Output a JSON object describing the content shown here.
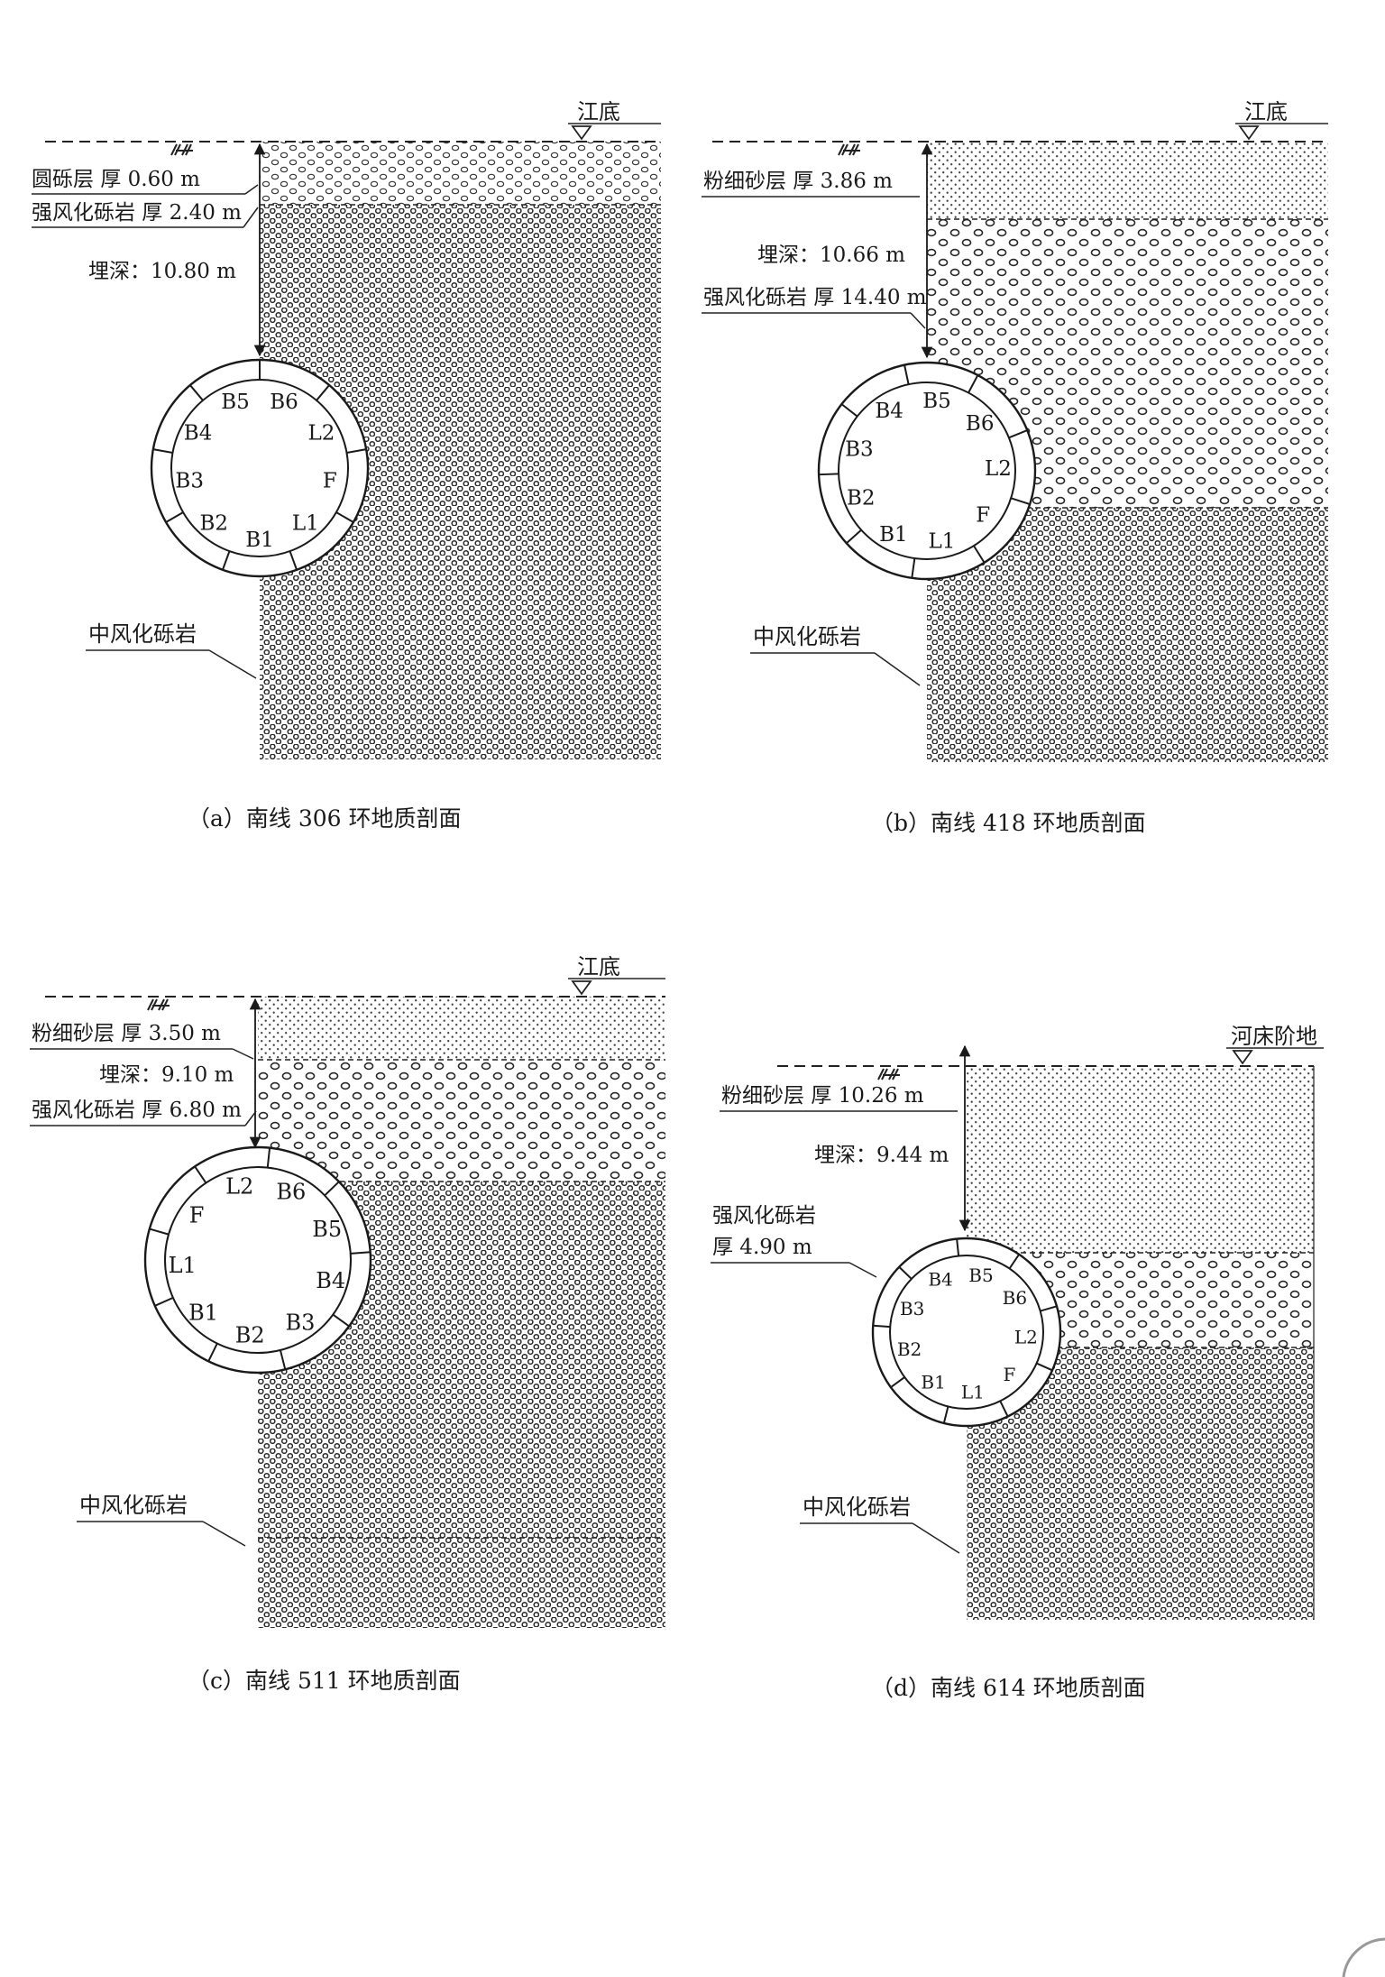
{
  "panels": [
    {
      "id": "a",
      "surface_label": "江底",
      "layer_labels": [
        "圆砾层  厚 0.60 m",
        "强风化砾岩 厚 2.40 m"
      ],
      "depth_label": "埋深：10.80 m",
      "base_label": "中风化砾岩",
      "segments": [
        "B6",
        "L2",
        "F",
        "L1",
        "B1",
        "B2",
        "B3",
        "B4",
        "B5"
      ],
      "caption": "（a）南线 306 环地质剖面"
    },
    {
      "id": "b",
      "surface_label": "江底",
      "layer_labels": [
        "粉细砂层  厚 3.86 m",
        "强风化砾岩 厚 14.40 m"
      ],
      "depth_label": "埋深：10.66 m",
      "base_label": "中风化砾岩",
      "segments": [
        "B5",
        "B6",
        "L2",
        "F",
        "L1",
        "B1",
        "B2",
        "B3",
        "B4"
      ],
      "caption": "（b）南线 418 环地质剖面"
    },
    {
      "id": "c",
      "surface_label": "江底",
      "layer_labels": [
        "粉细砂层  厚 3.50 m",
        "强风化砾岩 厚 6.80 m"
      ],
      "depth_label": "埋深：9.10 m",
      "base_label": "中风化砾岩",
      "segments": [
        "B6",
        "B5",
        "B4",
        "B3",
        "B2",
        "B1",
        "L1",
        "F",
        "L2"
      ],
      "caption": "（c）南线 511 环地质剖面"
    },
    {
      "id": "d",
      "surface_label": "河床阶地",
      "layer_labels": [
        "粉细砂层  厚 10.26 m",
        "强风化砾岩",
        "厚 4.90  m"
      ],
      "depth_label": "埋深：9.44 m",
      "base_label": "中风化砾岩",
      "segments": [
        "B5",
        "B6",
        "L2",
        "F",
        "L1",
        "B1",
        "B2",
        "B3",
        "B4"
      ],
      "caption": "（d）南线 614 环地质剖面"
    }
  ]
}
